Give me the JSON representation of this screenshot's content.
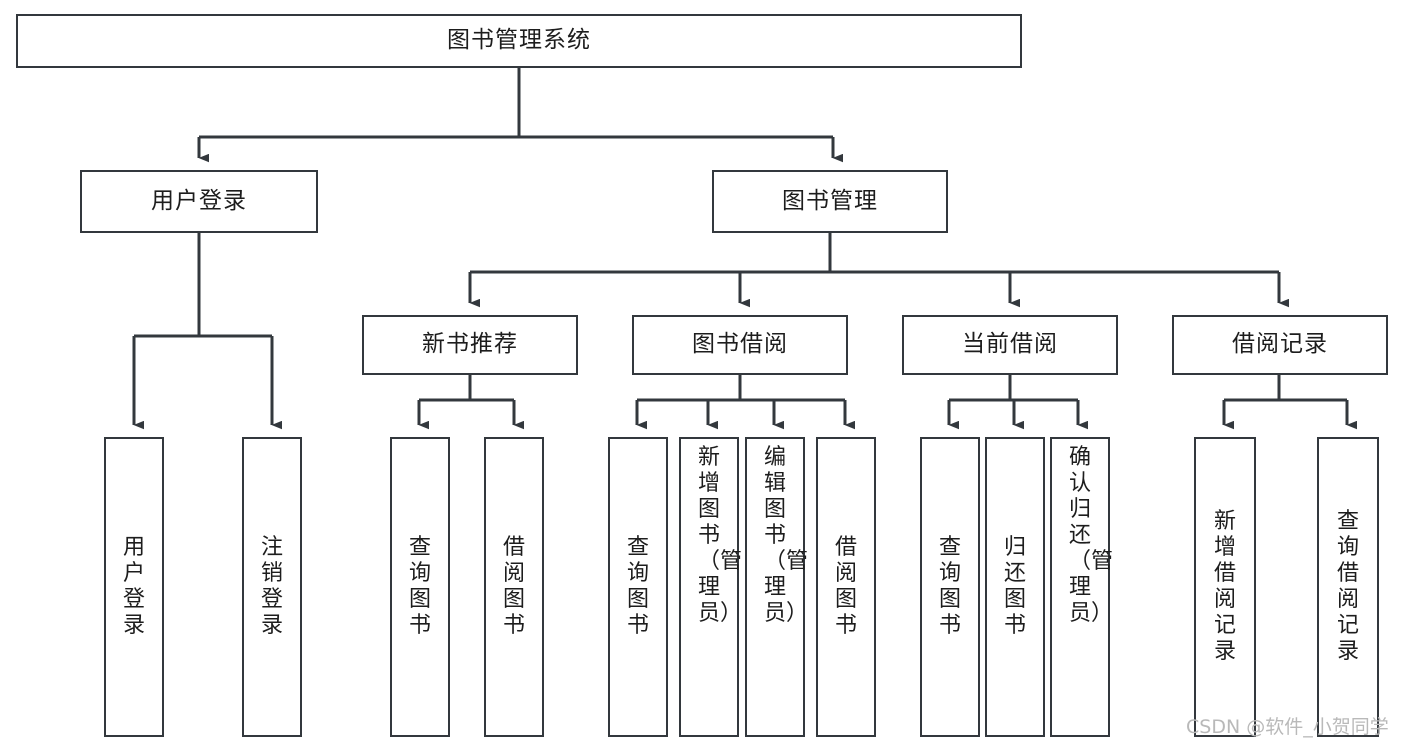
{
  "diagram": {
    "title": "图书管理系统",
    "type": "tree",
    "root": {
      "id": "root",
      "label": "图书管理系统"
    },
    "level2": [
      {
        "id": "user-login",
        "label": "用户登录"
      },
      {
        "id": "book-manage",
        "label": "图书管理"
      }
    ],
    "level3": [
      {
        "id": "new-book-recommend",
        "label": "新书推荐",
        "parent": "book-manage"
      },
      {
        "id": "book-borrow",
        "label": "图书借阅",
        "parent": "book-manage"
      },
      {
        "id": "current-borrow",
        "label": "当前借阅",
        "parent": "book-manage"
      },
      {
        "id": "borrow-record",
        "label": "借阅记录",
        "parent": "book-manage"
      }
    ],
    "leaves": [
      {
        "id": "leaf-user-login",
        "label": "用户登录",
        "parent": "user-login"
      },
      {
        "id": "leaf-logout-login",
        "label": "注销登录",
        "parent": "user-login"
      },
      {
        "id": "leaf-query-book-1",
        "label": "查询图书",
        "parent": "new-book-recommend"
      },
      {
        "id": "leaf-borrow-book-1",
        "label": "借阅图书",
        "parent": "new-book-recommend"
      },
      {
        "id": "leaf-query-book-2",
        "label": "查询图书",
        "parent": "book-borrow"
      },
      {
        "id": "leaf-add-book",
        "label": "新增图书（管理员）",
        "parent": "book-borrow"
      },
      {
        "id": "leaf-edit-book",
        "label": "编辑图书（管理员）",
        "parent": "book-borrow"
      },
      {
        "id": "leaf-borrow-book-2",
        "label": "借阅图书",
        "parent": "book-borrow"
      },
      {
        "id": "leaf-query-book-3",
        "label": "查询图书",
        "parent": "current-borrow"
      },
      {
        "id": "leaf-return-book",
        "label": "归还图书",
        "parent": "current-borrow"
      },
      {
        "id": "leaf-confirm-return",
        "label": "确认归还（管理员）",
        "parent": "current-borrow"
      },
      {
        "id": "leaf-add-record",
        "label": "新增借阅记录",
        "parent": "borrow-record"
      },
      {
        "id": "leaf-query-record",
        "label": "查询借阅记录",
        "parent": "borrow-record"
      }
    ]
  },
  "watermark": {
    "text": "CSDN @软件_小贺同学"
  },
  "colors": {
    "stroke": "#33383d",
    "text": "#1d1d1d",
    "background": "#ffffff",
    "watermark": "#b9b9b9"
  }
}
